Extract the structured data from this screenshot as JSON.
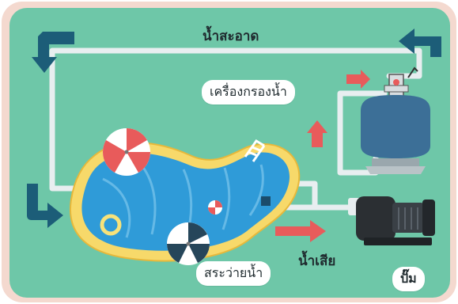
{
  "diagram": {
    "labels": {
      "clean_water": "น้ำสะอาด",
      "filter": "เครื่องกรองน้ำ",
      "dirty_water": "น้ำเสีย",
      "pool": "สระว่ายน้ำ",
      "pump": "ปั๊ม"
    },
    "colors": {
      "background": "#6ec7a8",
      "border": "#f4d9cf",
      "pipe": "#e8eef0",
      "flow_arrow_dark": "#1c5d78",
      "flow_arrow_red": "#e85b5b",
      "pool_water": "#2f9bd8",
      "pool_rim": "#f7d96a",
      "filter_tank": "#3c6f97",
      "pump_body": "#2b2f33"
    }
  }
}
